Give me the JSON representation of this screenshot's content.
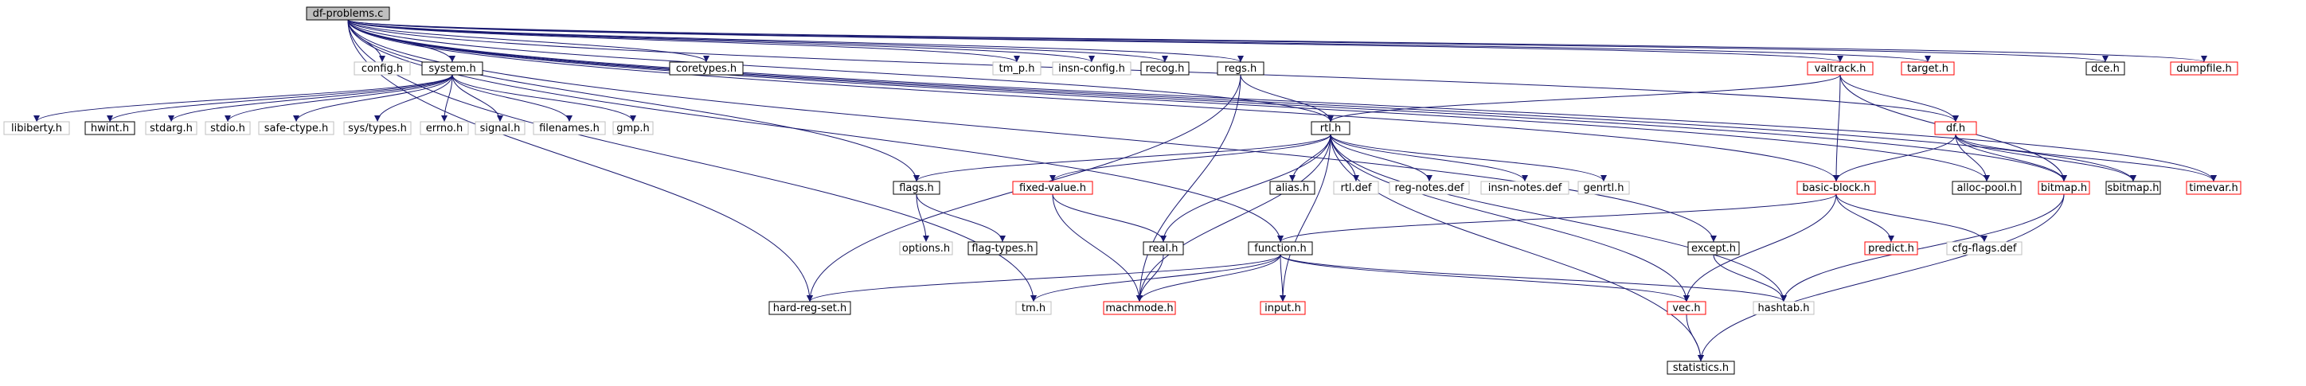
{
  "colors": {
    "edge": "#191970",
    "border_black": "#000000",
    "border_gray": "#bfbfbf",
    "border_red": "#ff0000",
    "fill_root": "#bfbfbf",
    "fill_default": "#ffffff",
    "text": "#000000"
  },
  "nodes": [
    {
      "id": "df_problems_c",
      "label": "df-problems.c",
      "style": "root"
    },
    {
      "id": "config_h",
      "label": "config.h",
      "style": "gray"
    },
    {
      "id": "system_h",
      "label": "system.h",
      "style": "black"
    },
    {
      "id": "coretypes_h",
      "label": "coretypes.h",
      "style": "black"
    },
    {
      "id": "tm_p_h",
      "label": "tm_p.h",
      "style": "gray"
    },
    {
      "id": "insn_config_h",
      "label": "insn-config.h",
      "style": "gray"
    },
    {
      "id": "recog_h",
      "label": "recog.h",
      "style": "black"
    },
    {
      "id": "regs_h",
      "label": "regs.h",
      "style": "black"
    },
    {
      "id": "valtrack_h",
      "label": "valtrack.h",
      "style": "red"
    },
    {
      "id": "target_h",
      "label": "target.h",
      "style": "red"
    },
    {
      "id": "dce_h",
      "label": "dce.h",
      "style": "black"
    },
    {
      "id": "dumpfile_h",
      "label": "dumpfile.h",
      "style": "red"
    },
    {
      "id": "libiberty_h",
      "label": "libiberty.h",
      "style": "gray"
    },
    {
      "id": "hwint_h",
      "label": "hwint.h",
      "style": "black"
    },
    {
      "id": "stdarg_h",
      "label": "stdarg.h",
      "style": "gray"
    },
    {
      "id": "stdio_h",
      "label": "stdio.h",
      "style": "gray"
    },
    {
      "id": "safe_ctype_h",
      "label": "safe-ctype.h",
      "style": "gray"
    },
    {
      "id": "sys_types_h",
      "label": "sys/types.h",
      "style": "gray"
    },
    {
      "id": "errno_h",
      "label": "errno.h",
      "style": "gray"
    },
    {
      "id": "signal_h",
      "label": "signal.h",
      "style": "gray"
    },
    {
      "id": "filenames_h",
      "label": "filenames.h",
      "style": "gray"
    },
    {
      "id": "gmp_h",
      "label": "gmp.h",
      "style": "gray"
    },
    {
      "id": "rtl_h",
      "label": "rtl.h",
      "style": "black"
    },
    {
      "id": "df_h",
      "label": "df.h",
      "style": "red"
    },
    {
      "id": "flags_h",
      "label": "flags.h",
      "style": "black"
    },
    {
      "id": "fixed_value_h",
      "label": "fixed-value.h",
      "style": "red"
    },
    {
      "id": "alias_h",
      "label": "alias.h",
      "style": "black"
    },
    {
      "id": "rtl_def",
      "label": "rtl.def",
      "style": "gray"
    },
    {
      "id": "reg_notes_def",
      "label": "reg-notes.def",
      "style": "gray"
    },
    {
      "id": "insn_notes_def",
      "label": "insn-notes.def",
      "style": "gray"
    },
    {
      "id": "genrtl_h",
      "label": "genrtl.h",
      "style": "gray"
    },
    {
      "id": "basic_block_h",
      "label": "basic-block.h",
      "style": "red"
    },
    {
      "id": "alloc_pool_h",
      "label": "alloc-pool.h",
      "style": "black"
    },
    {
      "id": "bitmap_h",
      "label": "bitmap.h",
      "style": "red"
    },
    {
      "id": "sbitmap_h",
      "label": "sbitmap.h",
      "style": "black"
    },
    {
      "id": "timevar_h",
      "label": "timevar.h",
      "style": "red"
    },
    {
      "id": "options_h",
      "label": "options.h",
      "style": "gray"
    },
    {
      "id": "flag_types_h",
      "label": "flag-types.h",
      "style": "black"
    },
    {
      "id": "real_h",
      "label": "real.h",
      "style": "black"
    },
    {
      "id": "function_h",
      "label": "function.h",
      "style": "black"
    },
    {
      "id": "except_h",
      "label": "except.h",
      "style": "black"
    },
    {
      "id": "predict_h",
      "label": "predict.h",
      "style": "red"
    },
    {
      "id": "cfg_flags_def",
      "label": "cfg-flags.def",
      "style": "gray"
    },
    {
      "id": "hard_reg_set_h",
      "label": "hard-reg-set.h",
      "style": "black"
    },
    {
      "id": "tm_h",
      "label": "tm.h",
      "style": "gray"
    },
    {
      "id": "machmode_h",
      "label": "machmode.h",
      "style": "red"
    },
    {
      "id": "input_h",
      "label": "input.h",
      "style": "red"
    },
    {
      "id": "vec_h",
      "label": "vec.h",
      "style": "red"
    },
    {
      "id": "hashtab_h",
      "label": "hashtab.h",
      "style": "gray"
    },
    {
      "id": "statistics_h",
      "label": "statistics.h",
      "style": "black"
    }
  ],
  "edges": [
    [
      "df_problems_c",
      "config_h"
    ],
    [
      "df_problems_c",
      "system_h"
    ],
    [
      "df_problems_c",
      "coretypes_h"
    ],
    [
      "df_problems_c",
      "tm_p_h"
    ],
    [
      "df_problems_c",
      "insn_config_h"
    ],
    [
      "df_problems_c",
      "recog_h"
    ],
    [
      "df_problems_c",
      "regs_h"
    ],
    [
      "df_problems_c",
      "valtrack_h"
    ],
    [
      "df_problems_c",
      "target_h"
    ],
    [
      "df_problems_c",
      "dce_h"
    ],
    [
      "df_problems_c",
      "dumpfile_h"
    ],
    [
      "df_problems_c",
      "rtl_h"
    ],
    [
      "df_problems_c",
      "df_h"
    ],
    [
      "df_problems_c",
      "flags_h"
    ],
    [
      "df_problems_c",
      "basic_block_h"
    ],
    [
      "df_problems_c",
      "alloc_pool_h"
    ],
    [
      "df_problems_c",
      "bitmap_h"
    ],
    [
      "df_problems_c",
      "sbitmap_h"
    ],
    [
      "df_problems_c",
      "timevar_h"
    ],
    [
      "df_problems_c",
      "function_h"
    ],
    [
      "df_problems_c",
      "except_h"
    ],
    [
      "df_problems_c",
      "hard_reg_set_h"
    ],
    [
      "df_problems_c",
      "tm_h"
    ],
    [
      "system_h",
      "libiberty_h"
    ],
    [
      "system_h",
      "hwint_h"
    ],
    [
      "system_h",
      "stdarg_h"
    ],
    [
      "system_h",
      "stdio_h"
    ],
    [
      "system_h",
      "safe_ctype_h"
    ],
    [
      "system_h",
      "sys_types_h"
    ],
    [
      "system_h",
      "errno_h"
    ],
    [
      "system_h",
      "signal_h"
    ],
    [
      "system_h",
      "filenames_h"
    ],
    [
      "system_h",
      "gmp_h"
    ],
    [
      "regs_h",
      "rtl_h"
    ],
    [
      "regs_h",
      "hard_reg_set_h"
    ],
    [
      "regs_h",
      "machmode_h"
    ],
    [
      "valtrack_h",
      "rtl_h"
    ],
    [
      "valtrack_h",
      "df_h"
    ],
    [
      "valtrack_h",
      "basic_block_h"
    ],
    [
      "valtrack_h",
      "bitmap_h"
    ],
    [
      "rtl_h",
      "flags_h"
    ],
    [
      "rtl_h",
      "fixed_value_h"
    ],
    [
      "rtl_h",
      "alias_h"
    ],
    [
      "rtl_h",
      "rtl_def"
    ],
    [
      "rtl_h",
      "reg_notes_def"
    ],
    [
      "rtl_h",
      "insn_notes_def"
    ],
    [
      "rtl_h",
      "genrtl_h"
    ],
    [
      "rtl_h",
      "real_h"
    ],
    [
      "rtl_h",
      "machmode_h"
    ],
    [
      "rtl_h",
      "input_h"
    ],
    [
      "rtl_h",
      "vec_h"
    ],
    [
      "rtl_h",
      "hashtab_h"
    ],
    [
      "rtl_h",
      "statistics_h"
    ],
    [
      "df_h",
      "basic_block_h"
    ],
    [
      "df_h",
      "alloc_pool_h"
    ],
    [
      "df_h",
      "bitmap_h"
    ],
    [
      "df_h",
      "sbitmap_h"
    ],
    [
      "df_h",
      "timevar_h"
    ],
    [
      "flags_h",
      "options_h"
    ],
    [
      "flags_h",
      "flag_types_h"
    ],
    [
      "fixed_value_h",
      "real_h"
    ],
    [
      "fixed_value_h",
      "machmode_h"
    ],
    [
      "real_h",
      "machmode_h"
    ],
    [
      "basic_block_h",
      "predict_h"
    ],
    [
      "basic_block_h",
      "vec_h"
    ],
    [
      "basic_block_h",
      "function_h"
    ],
    [
      "basic_block_h",
      "cfg_flags_def"
    ],
    [
      "bitmap_h",
      "hashtab_h"
    ],
    [
      "bitmap_h",
      "statistics_h"
    ],
    [
      "function_h",
      "hard_reg_set_h"
    ],
    [
      "function_h",
      "tm_h"
    ],
    [
      "function_h",
      "machmode_h"
    ],
    [
      "function_h",
      "input_h"
    ],
    [
      "function_h",
      "vec_h"
    ],
    [
      "function_h",
      "hashtab_h"
    ],
    [
      "except_h",
      "hashtab_h"
    ],
    [
      "vec_h",
      "statistics_h"
    ]
  ]
}
